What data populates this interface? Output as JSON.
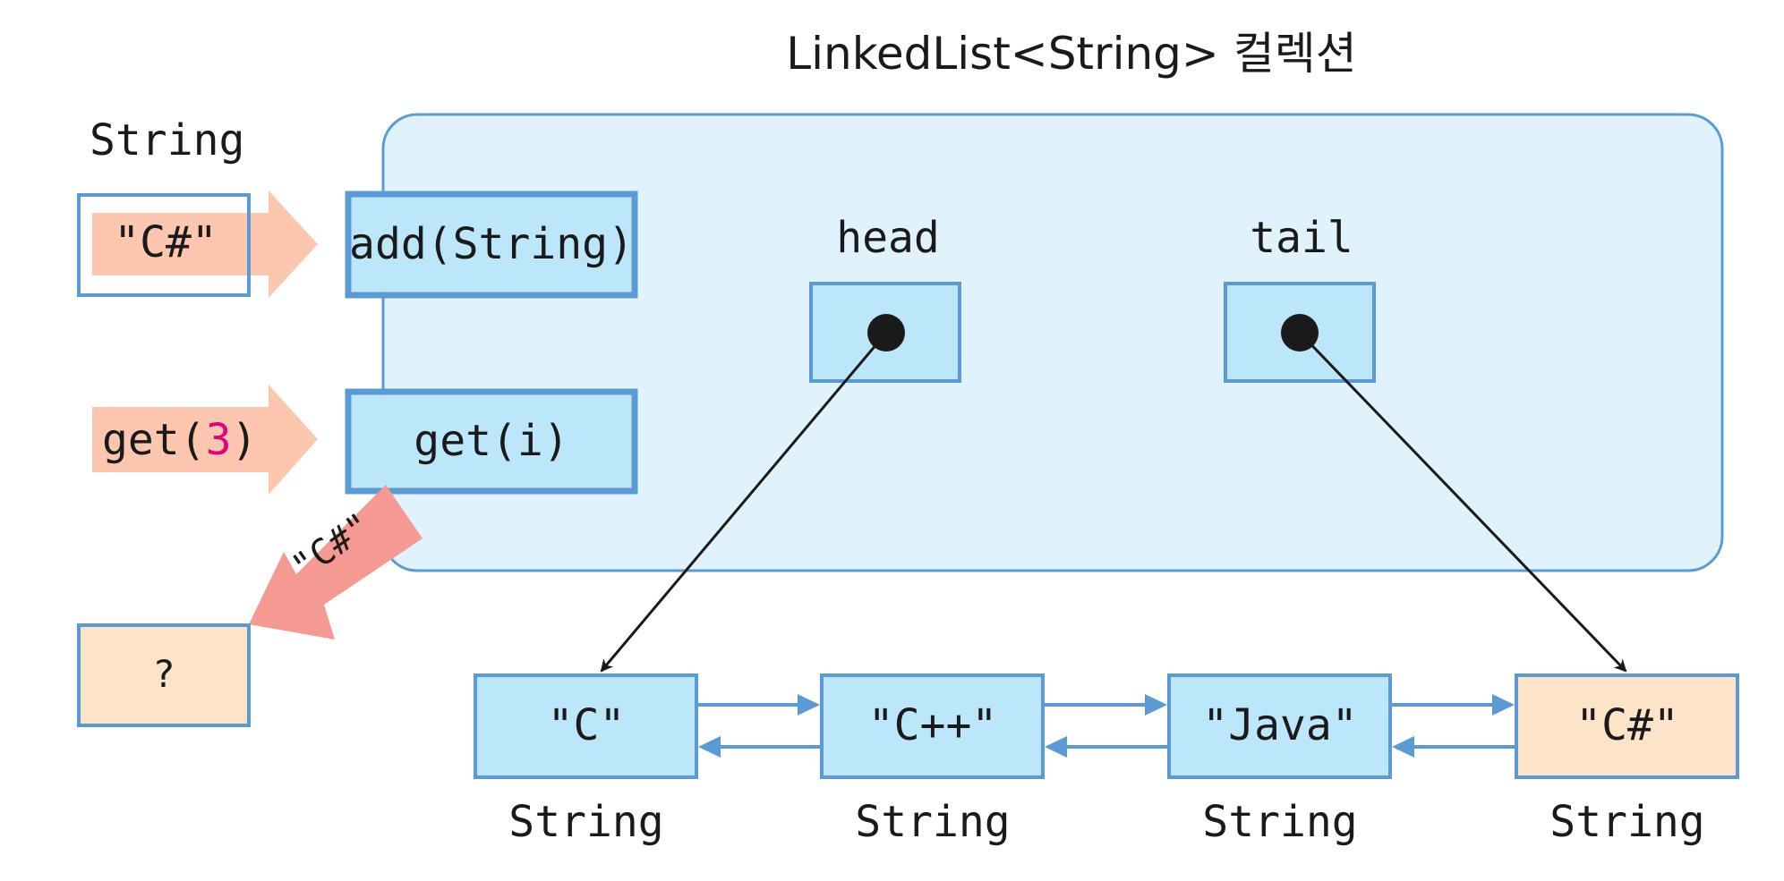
{
  "title": "LinkedList<String> 컬렉션",
  "input_type_label": "String",
  "input_value": "\"C#\"",
  "add_method": "add(String)",
  "get_call": {
    "prefix": "get(",
    "arg": "3",
    "suffix": ")"
  },
  "get_method": "get(i)",
  "return_value": "\"C#\"",
  "result_placeholder": "?",
  "head_label": "head",
  "tail_label": "tail",
  "nodes": [
    {
      "value": "\"C\"",
      "type": "String"
    },
    {
      "value": "\"C++\"",
      "type": "String"
    },
    {
      "value": "\"Java\"",
      "type": "String"
    },
    {
      "value": "\"C#\"",
      "type": "String"
    }
  ],
  "colors": {
    "collection_fill": "#e0f3fd",
    "box_fill": "#bce6f9",
    "border_blue": "#5b9bd5",
    "input_arrow": "#fcc7ae",
    "return_arrow": "#f59a92",
    "highlight_fill": "#fde4c8",
    "arg_magenta": "#e6007e",
    "pointer": "#1a1a1a"
  }
}
